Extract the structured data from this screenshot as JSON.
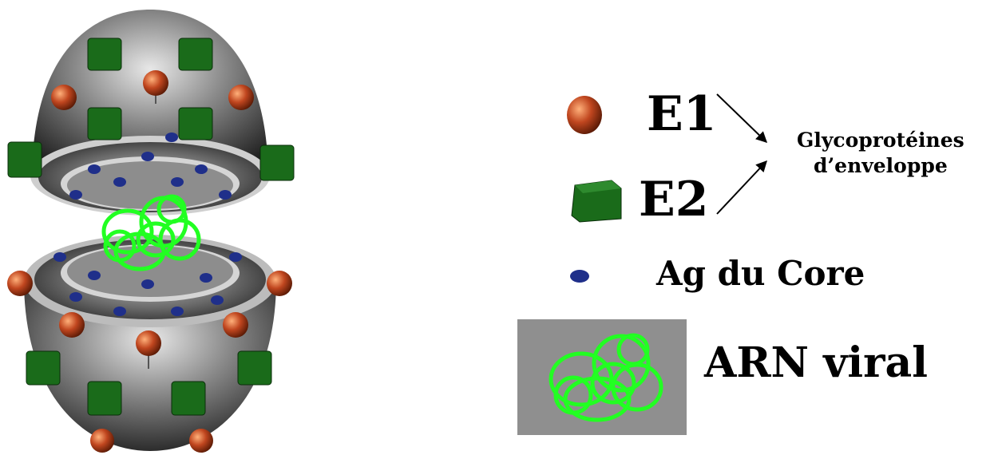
{
  "legend": {
    "e1_label": "E1",
    "e2_label": "E2",
    "core_label": "Ag du Core",
    "arn_label": "ARN viral",
    "glyco_line1": "Glycoprotéines",
    "glyco_line2": "d’enveloppe"
  },
  "colors": {
    "e1": "#c0461f",
    "e2": "#1a6b1a",
    "core": "#1f2f8a",
    "rna": "#22ff22",
    "shell": "#5a5a5a",
    "arn_box": "#8f8f8f"
  },
  "icons": [
    "orange-sphere-icon",
    "green-cube-icon",
    "blue-dot-icon",
    "rna-coil-icon"
  ]
}
